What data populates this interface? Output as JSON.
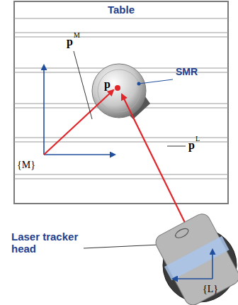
{
  "diagram": {
    "nodes": [
      {
        "text": [
          "Table"
        ]
      }
    ],
    "labels": [
      "SMR",
      "p",
      "p",
      "M",
      "p",
      "L",
      "{M}",
      "Laser tracker head",
      "{L}"
    ]
  }
}
